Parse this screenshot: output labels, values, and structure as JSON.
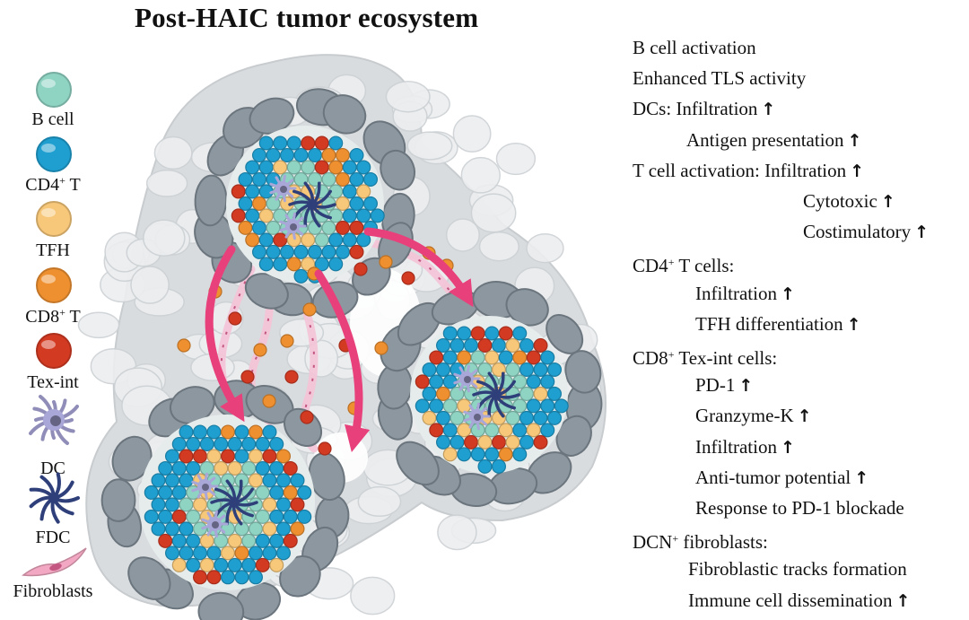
{
  "title": "Post-HAIC tumor ecosystem",
  "legend": [
    {
      "label": "B cell",
      "sup": "",
      "icon": "b-cell-icon",
      "color": "#8fd3c3"
    },
    {
      "label": "CD4",
      "sup": "+",
      "suffix": " T",
      "icon": "cd4-t-cell-icon",
      "color": "#1f9fd0"
    },
    {
      "label": "TFH",
      "sup": "",
      "icon": "tfh-cell-icon",
      "color": "#f7c87a"
    },
    {
      "label": "CD8",
      "sup": "+",
      "suffix": " T",
      "icon": "cd8-t-cell-icon",
      "color": "#ee9030"
    },
    {
      "label": "Tex-int",
      "sup": "",
      "icon": "tex-int-cell-icon",
      "color": "#d33a22"
    },
    {
      "label": "DC",
      "sup": "",
      "icon": "dendritic-cell-icon",
      "color": "#a9a6d8"
    },
    {
      "label": "FDC",
      "sup": "",
      "icon": "follicular-dendritic-cell-icon",
      "color": "#2e3f7a"
    },
    {
      "label": "Fibroblasts",
      "sup": "",
      "icon": "fibroblast-icon",
      "color": "#f2a8c2"
    }
  ],
  "effects": [
    {
      "pre": "B cell activation",
      "sup": "",
      "post": "",
      "arrow": false,
      "indent": 0
    },
    {
      "pre": "Enhanced TLS activity",
      "sup": "",
      "post": "",
      "arrow": false,
      "indent": 0
    },
    {
      "pre": "DCs: Infiltration",
      "sup": "",
      "post": "",
      "arrow": true,
      "indent": 0
    },
    {
      "pre": "Antigen presentation",
      "sup": "",
      "post": "",
      "arrow": true,
      "indent": 60
    },
    {
      "pre": "T cell activation: Infiltration",
      "sup": "",
      "post": "",
      "arrow": true,
      "indent": 0
    },
    {
      "pre": "Cytotoxic",
      "sup": "",
      "post": "",
      "arrow": true,
      "indent": 190
    },
    {
      "pre": "Costimulatory",
      "sup": "",
      "post": "",
      "arrow": true,
      "indent": 190
    },
    {
      "pre": "CD4",
      "sup": "+",
      "post": " T cells:",
      "arrow": false,
      "indent": 0
    },
    {
      "pre": "Infiltration",
      "sup": "",
      "post": "",
      "arrow": true,
      "indent": 70
    },
    {
      "pre": "TFH differentiation",
      "sup": "",
      "post": "",
      "arrow": true,
      "indent": 70
    },
    {
      "pre": "CD8",
      "sup": "+",
      "post": " Tex-int cells:",
      "arrow": false,
      "indent": 0
    },
    {
      "pre": "PD-1",
      "sup": "",
      "post": "",
      "arrow": true,
      "indent": 70
    },
    {
      "pre": "Granzyme-K",
      "sup": "",
      "post": "",
      "arrow": true,
      "indent": 70
    },
    {
      "pre": "Infiltration",
      "sup": "",
      "post": "",
      "arrow": true,
      "indent": 70
    },
    {
      "pre": "Anti-tumor potential",
      "sup": "",
      "post": "",
      "arrow": true,
      "indent": 70
    },
    {
      "pre": "Response to PD-1 blockade",
      "sup": "",
      "post": "",
      "arrow": false,
      "indent": 70
    },
    {
      "pre": "DCN",
      "sup": "+",
      "post": " fibroblasts:",
      "arrow": false,
      "indent": 0
    },
    {
      "pre": "Fibroblastic tracks formation",
      "sup": "",
      "post": "",
      "arrow": false,
      "indent": 62
    },
    {
      "pre": "Immune cell dissemination",
      "sup": "",
      "post": "",
      "arrow": true,
      "indent": 62
    }
  ],
  "colors": {
    "tissue": "#d9dcdf",
    "tissue_light": "#eceef0",
    "tumor_cell": "#8d979f",
    "tumor_cell_edge": "#6b757d",
    "migration_arrow": "#e8407a",
    "fibroblast_track": "#f4c3d6"
  }
}
